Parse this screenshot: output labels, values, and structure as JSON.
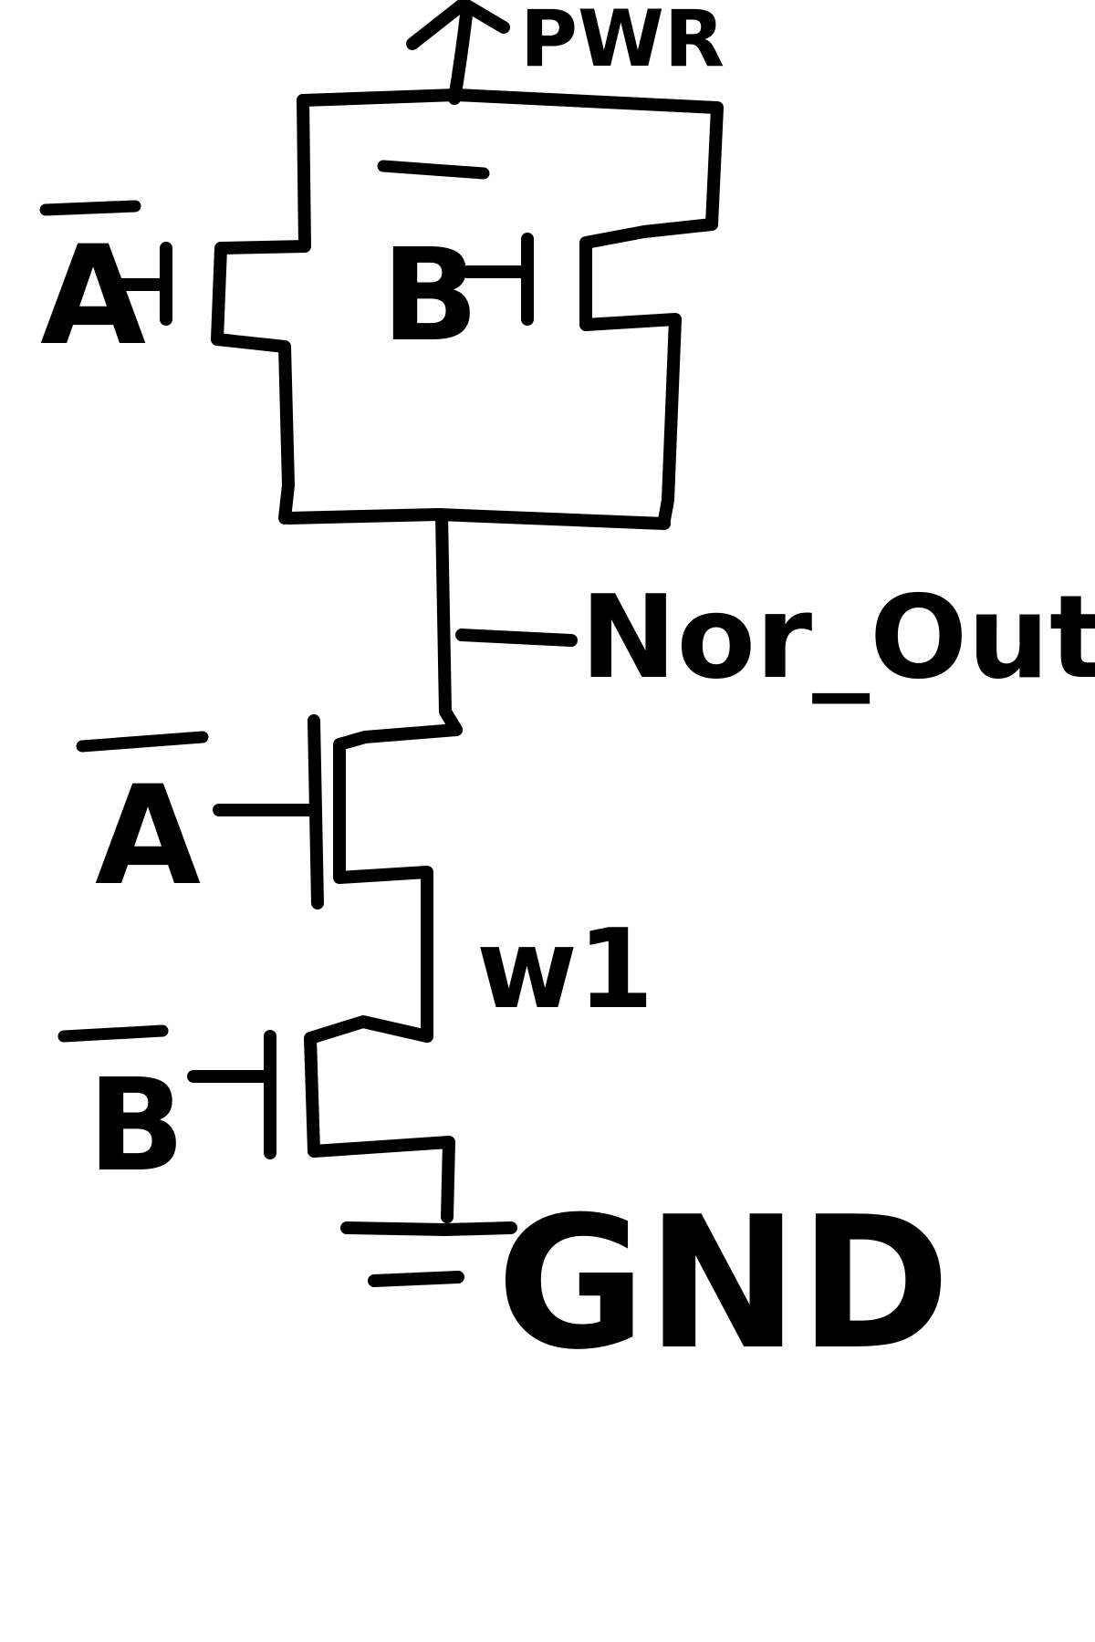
{
  "colors": {
    "ink": "#000000",
    "paper": "#ffffff"
  },
  "labels": {
    "power": "PWR",
    "output": "Nor_Out",
    "node": "w1",
    "ground": "GND",
    "pmos_left_gate": "A",
    "pmos_right_gate": "B",
    "nmos_top_gate": "A",
    "nmos_bottom_gate": "B"
  }
}
